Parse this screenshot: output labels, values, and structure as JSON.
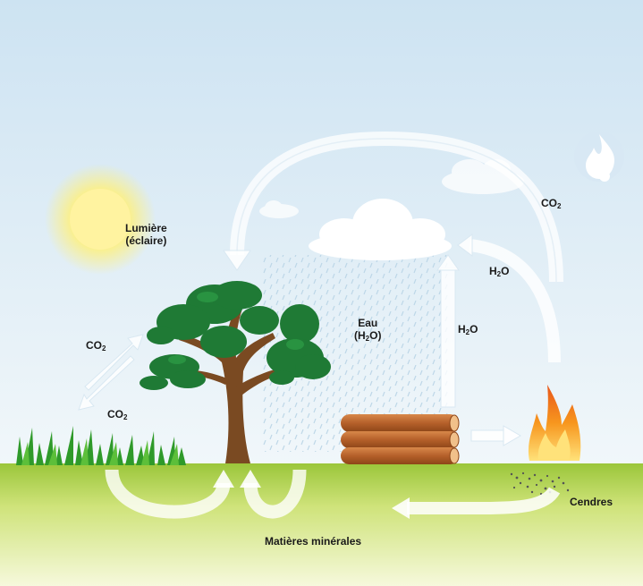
{
  "labels": {
    "light_line1": "Lumière",
    "light_line2": "(éclaire)",
    "co2_base": "CO",
    "co2_sub": "2",
    "h2o_h": "H",
    "h2o_sub": "2",
    "h2o_o": "O",
    "water_line1": "Eau",
    "water_paren_open": "(H",
    "water_sub": "2",
    "water_paren_close": "O)",
    "ashes": "Cendres",
    "minerals": "Matières minérales"
  },
  "icons": {
    "sun": "sun-icon",
    "cloud": "cloud-icon",
    "tree": "tree-icon",
    "grass": "grass-icon",
    "logs": "wood-logs-icon",
    "fire": "fire-icon",
    "flame_logo": "flame-logo-icon",
    "ashes": "ashes-icon"
  },
  "colors": {
    "sky_top": "#cfe4f2",
    "sky_bottom": "#f1f7fa",
    "ground_top": "#9bc63a",
    "ground_bottom": "#f4f8d6",
    "tree_leaf": "#1f7a35",
    "tree_trunk": "#7a4a22",
    "log": "#b5602a",
    "fire": "#f07a1a",
    "sun": "#fff07a"
  }
}
